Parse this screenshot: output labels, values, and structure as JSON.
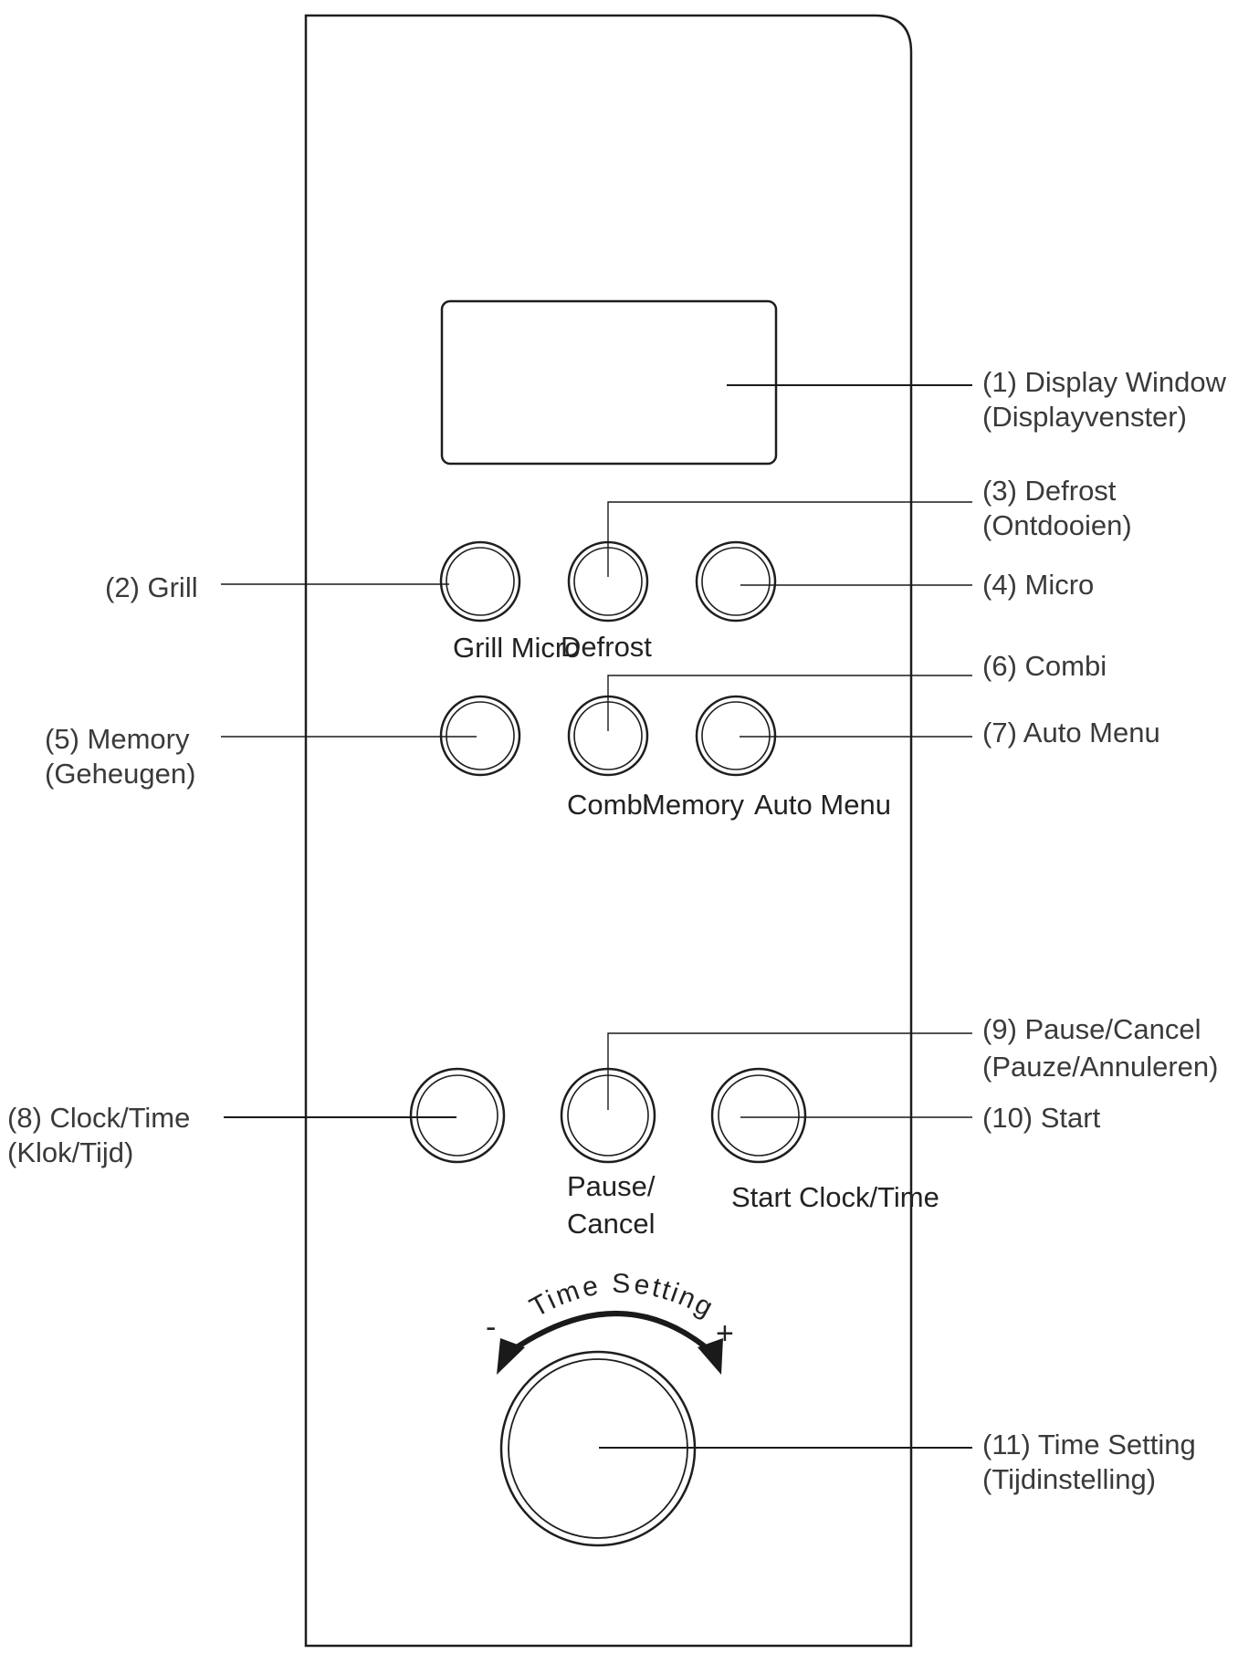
{
  "callouts": {
    "display_window": {
      "line1": "(1) Display Window",
      "line2": "(Displayvenster)"
    },
    "grill": {
      "line1": "(2) Grill"
    },
    "defrost": {
      "line1": "(3) Defrost",
      "line2": "(Ontdooien)"
    },
    "micro": {
      "line1": "(4) Micro"
    },
    "memory": {
      "line1": "(5) Memory",
      "line2": "(Geheugen)"
    },
    "combi": {
      "line1": "(6) Combi"
    },
    "auto_menu": {
      "line1": "(7) Auto Menu"
    },
    "clock_time": {
      "line1": "(8) Clock/Time",
      "line2": "(Klok/Tijd)"
    },
    "pause_cancel": {
      "line1": "(9) Pause/Cancel",
      "line2": "(Pauze/Annuleren)"
    },
    "start": {
      "line1": "(10) Start"
    },
    "time_setting": {
      "line1": "(11) Time Setting",
      "line2": "(Tijdinstelling)"
    }
  },
  "panel_labels": {
    "grill_micro": "Grill Micro",
    "defrost": "Defrost",
    "combi": "Combi",
    "memory": "Memory",
    "auto_menu": "Auto Menu",
    "pause": "Pause/",
    "cancel": "Cancel",
    "start": "Start",
    "clock_time": "Clock/Time"
  },
  "dial": {
    "label": "Time Setting",
    "minus": "-",
    "plus": "+"
  }
}
